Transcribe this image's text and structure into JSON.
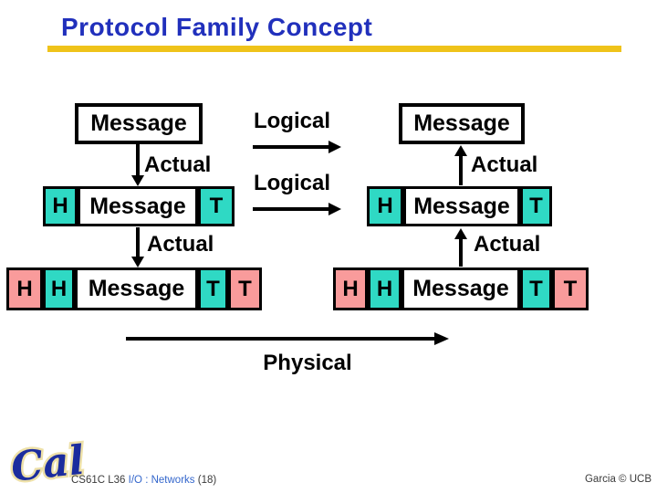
{
  "slide": {
    "title": "Protocol Family Concept",
    "diagram": {
      "message_label": "Message",
      "logical_label": "Logical",
      "actual_label": "Actual",
      "physical_label": "Physical",
      "header_label": "H",
      "trailer_label": "T"
    },
    "footer": {
      "logo": "Cal",
      "course": "CS61C L36",
      "lecture": "I/O : Networks",
      "page": "(18)",
      "credit": "Garcia © UCB"
    },
    "colors": {
      "title_blue": "#2130BC",
      "rule_gold": "#EFC31A",
      "outer_wrap_pink": "#F99B9B",
      "inner_wrap_teal": "#2FD9C4",
      "footer_link_blue": "#3366CC",
      "logo_blue": "#1B2C9E"
    }
  }
}
